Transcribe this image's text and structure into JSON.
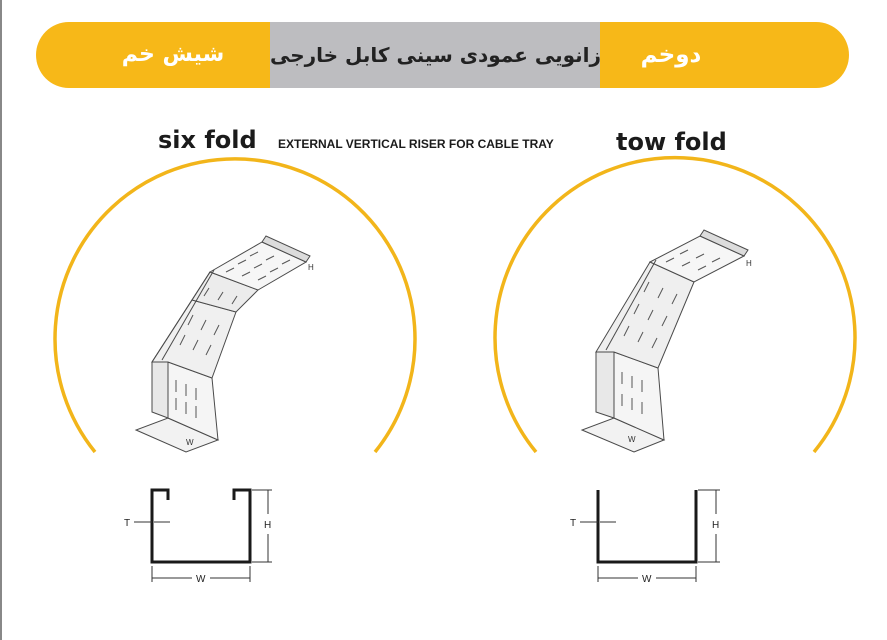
{
  "banner": {
    "left_label": "شیش خم",
    "center_label": "زانویی عمودی سینی کابل خارجی",
    "right_label": "دوخم"
  },
  "headings": {
    "left_fold": "six fold",
    "right_fold": "tow fold",
    "subtitle": "EXTERNAL VERTICAL RISER FOR CABLE TRAY"
  },
  "dimension_labels": {
    "thickness": "T",
    "height": "H",
    "width": "W"
  },
  "colors": {
    "banner_yellow": "#f7b818",
    "banner_gray": "#bdbdc0",
    "arc_yellow": "#f2b51a",
    "line_dark": "#1a1a1a"
  },
  "icons": {
    "left_tray": "six-fold-riser-drawing",
    "right_tray": "two-fold-riser-drawing"
  }
}
